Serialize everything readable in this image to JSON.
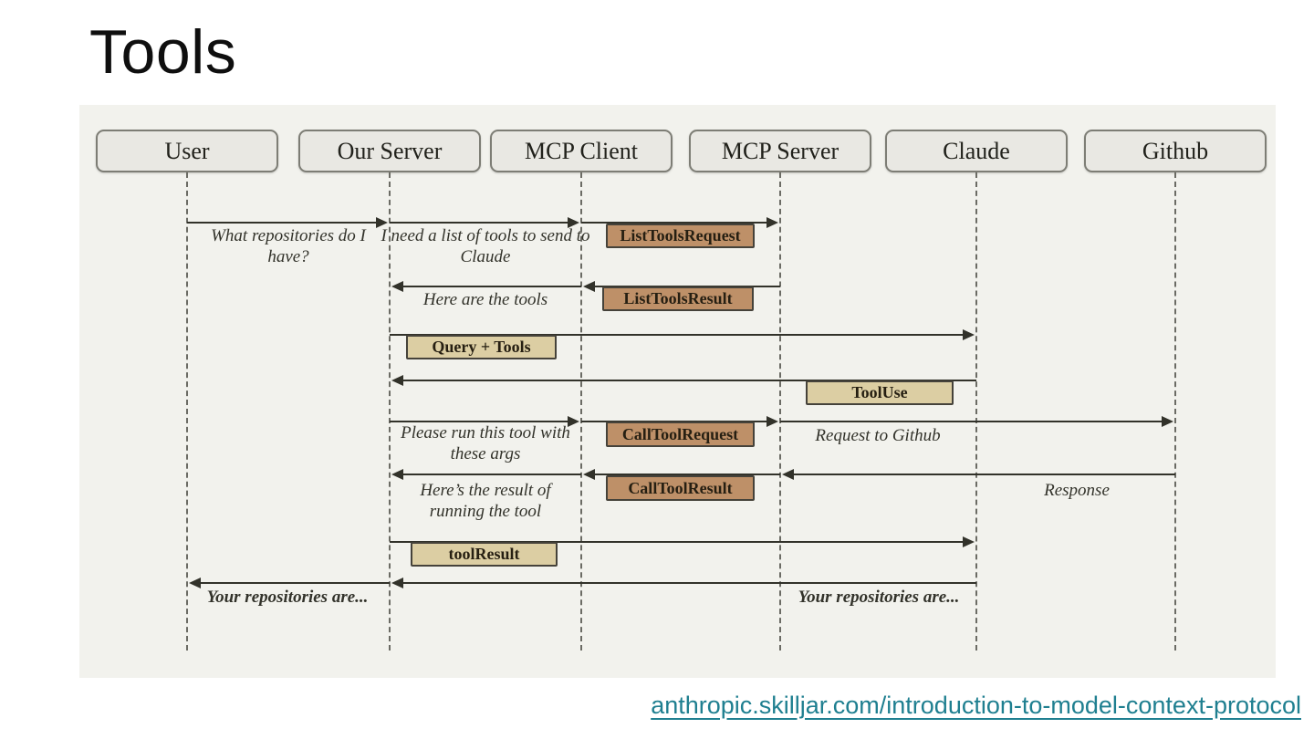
{
  "slide": {
    "title": "Tools"
  },
  "diagram": {
    "actors": [
      "User",
      "Our Server",
      "MCP Client",
      "MCP Server",
      "Claude",
      "Github"
    ],
    "messages": {
      "user_query": "What repositories do I have?",
      "need_tools": "I need a list of tools to send to Claude",
      "here_tools": "Here are the tools",
      "please_run": "Please run this tool with these args",
      "request_github": "Request to Github",
      "result_of_tool": "Here’s the result of running the tool",
      "response": "Response",
      "your_repos_left": "Your repositories are...",
      "your_repos_right": "Your repositories are..."
    },
    "chips": {
      "list_tools_request": "ListToolsRequest",
      "list_tools_result": "ListToolsResult",
      "query_tools": "Query + Tools",
      "tool_use": "ToolUse",
      "call_tool_request": "CallToolRequest",
      "call_tool_result": "CallToolResult",
      "tool_result": "toolResult"
    },
    "colors": {
      "panel_bg": "#F2F2ED",
      "actor_fill": "#E9E8E3",
      "actor_border": "#7D7D75",
      "chip_brown": "#BE9068",
      "chip_tan": "#DCCEA3",
      "ink": "#32322A",
      "link": "#1F7F90"
    }
  },
  "footer": {
    "link_text": "anthropic.skilljar.com/introduction-to-model-context-protocol"
  }
}
